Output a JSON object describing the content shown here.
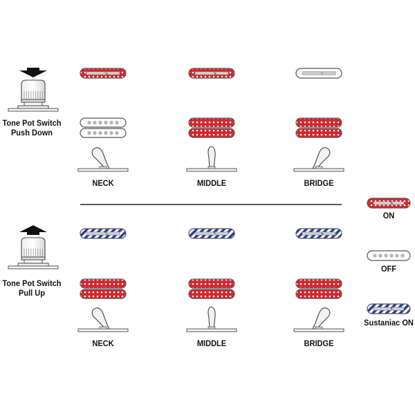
{
  "sections": [
    {
      "id": "push-down",
      "switch_label_line1": "Tone Pot Switch",
      "switch_label_line2": "Push Down",
      "arrow": "down-arrow-icon",
      "positions": [
        {
          "label": "NECK",
          "single": "on",
          "humbucker": "off",
          "lever": "left"
        },
        {
          "label": "MIDDLE",
          "single": "on",
          "humbucker": "on",
          "lever": "center"
        },
        {
          "label": "BRIDGE",
          "single": "off",
          "humbucker": "on",
          "lever": "right"
        }
      ]
    },
    {
      "id": "pull-up",
      "switch_label_line1": "Tone Pot Switch",
      "switch_label_line2": "Pull Up",
      "arrow": "up-arrow-icon",
      "positions": [
        {
          "label": "NECK",
          "single": "sustaniac",
          "humbucker": "on",
          "lever": "left"
        },
        {
          "label": "MIDDLE",
          "single": "sustaniac",
          "humbucker": "on",
          "lever": "center"
        },
        {
          "label": "BRIDGE",
          "single": "sustaniac",
          "humbucker": "on",
          "lever": "right"
        }
      ]
    }
  ],
  "legend": [
    {
      "state": "on",
      "label": "ON"
    },
    {
      "state": "off",
      "label": "OFF"
    },
    {
      "state": "sustaniac",
      "label": "Sustaniac ON"
    }
  ],
  "colors": {
    "on": "#d7262e",
    "off": "#ffffff",
    "sustaniac": "#2a3d9a",
    "outline": "#555555",
    "pole": "#b9b9b9"
  }
}
